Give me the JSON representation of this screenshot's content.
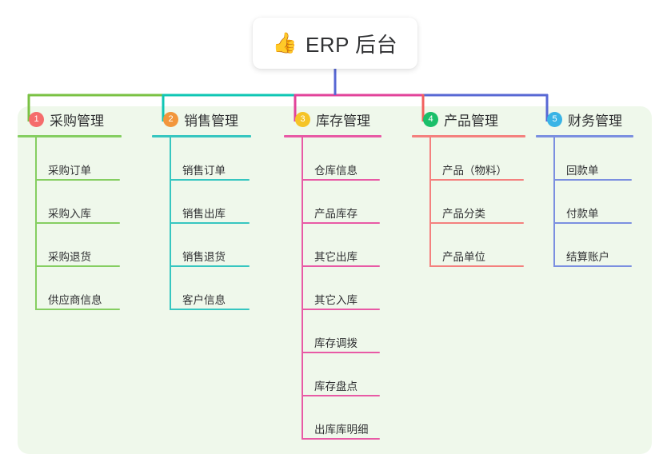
{
  "root": {
    "icon": "thumbs-up-icon",
    "icon_glyph": "👍",
    "title": "ERP 后台"
  },
  "panel": {
    "background_color": "#eff8eb"
  },
  "columns": [
    {
      "number": "1",
      "title": "采购管理",
      "badge_color": "#f56c6c",
      "line_color": "#85ce61",
      "connector_color": "#7ac143",
      "width": 168,
      "item_width": 88,
      "items": [
        {
          "label": "采购订单"
        },
        {
          "label": "采购入库"
        },
        {
          "label": "采购退货"
        },
        {
          "label": "供应商信息"
        }
      ]
    },
    {
      "number": "2",
      "title": "销售管理",
      "badge_color": "#f2963c",
      "line_color": "#36c6c0",
      "connector_color": "#0fc6b4",
      "width": 165,
      "item_width": 82,
      "items": [
        {
          "label": "销售订单"
        },
        {
          "label": "销售出库"
        },
        {
          "label": "销售退货"
        },
        {
          "label": "客户信息"
        }
      ]
    },
    {
      "number": "3",
      "title": "库存管理",
      "badge_color": "#f5c427",
      "line_color": "#e85aa5",
      "connector_color": "#e2439a",
      "width": 160,
      "item_width": 80,
      "items": [
        {
          "label": "仓库信息"
        },
        {
          "label": "产品库存"
        },
        {
          "label": "其它出库"
        },
        {
          "label": "其它入库"
        },
        {
          "label": "库存调拨"
        },
        {
          "label": "库存盘点"
        },
        {
          "label": "出库库明细"
        }
      ]
    },
    {
      "number": "4",
      "title": "产品管理",
      "badge_color": "#1bbf6a",
      "line_color": "#f4807e",
      "connector_color": "#f2605e",
      "width": 155,
      "item_width": 100,
      "items": [
        {
          "label": "产品（物料）"
        },
        {
          "label": "产品分类"
        },
        {
          "label": "产品单位"
        }
      ]
    },
    {
      "number": "5",
      "title": "财务管理",
      "badge_color": "#39b4e6",
      "line_color": "#7b8fe0",
      "connector_color": "#5868d4",
      "width": 145,
      "item_width": 80,
      "items": [
        {
          "label": "回款单"
        },
        {
          "label": "付款单"
        },
        {
          "label": "结算账户"
        }
      ]
    }
  ],
  "root_stem_color": "#5868d4"
}
